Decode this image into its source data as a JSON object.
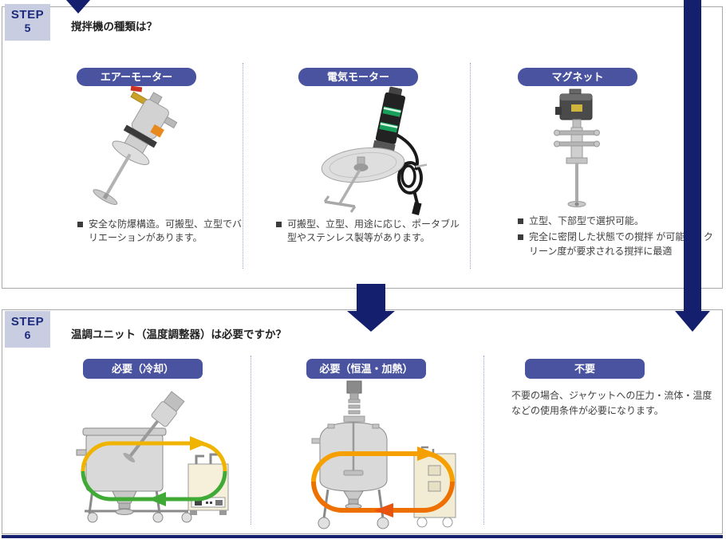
{
  "colors": {
    "button_bg": "#4a53a0",
    "arrow_navy": "#14206e",
    "step_badge_bg": "#c9cde1",
    "step_badge_text": "#1c2b7d",
    "section_border": "#a9a9a9",
    "divider_dotted": "#93a0c8",
    "loop_yellow": "#f0b400",
    "loop_green": "#3faa35",
    "loop_orange": "#ee7000",
    "loop_red_orange": "#e8530e"
  },
  "step5": {
    "badge_label": "STEP",
    "badge_number": "5",
    "heading": "撹拌機の種類は？",
    "columns": [
      {
        "button_label": "エアーモーター",
        "illustration": "air-motor",
        "bullets": [
          "安全な防爆構造。可搬型、立型でバリエーションがあります。"
        ]
      },
      {
        "button_label": "電気モーター",
        "illustration": "electric-motor",
        "bullets": [
          "可搬型、立型、用途に応じ、ポータブル型やステンレス製等があります。"
        ]
      },
      {
        "button_label": "マグネット",
        "illustration": "magnet-mixer",
        "bullets": [
          "立型、下部型で選択可能。",
          "完全に密閉した状態での撹拌 が可能で、クリーン度が要求される撹拌に最適"
        ]
      }
    ]
  },
  "step6": {
    "badge_label": "STEP",
    "badge_number": "6",
    "heading": "温調ユニット（温度調整器）は必要ですか？",
    "columns": [
      {
        "button_label": "必要（冷却）",
        "illustration": "tank-with-chiller-unit"
      },
      {
        "button_label": "必要（恒温・加熱）",
        "illustration": "tank-with-heater-unit"
      },
      {
        "button_label": "不要",
        "note": "不要の場合、ジャケットへの圧力・流体・温度などの使用条件が必要になります。"
      }
    ]
  }
}
